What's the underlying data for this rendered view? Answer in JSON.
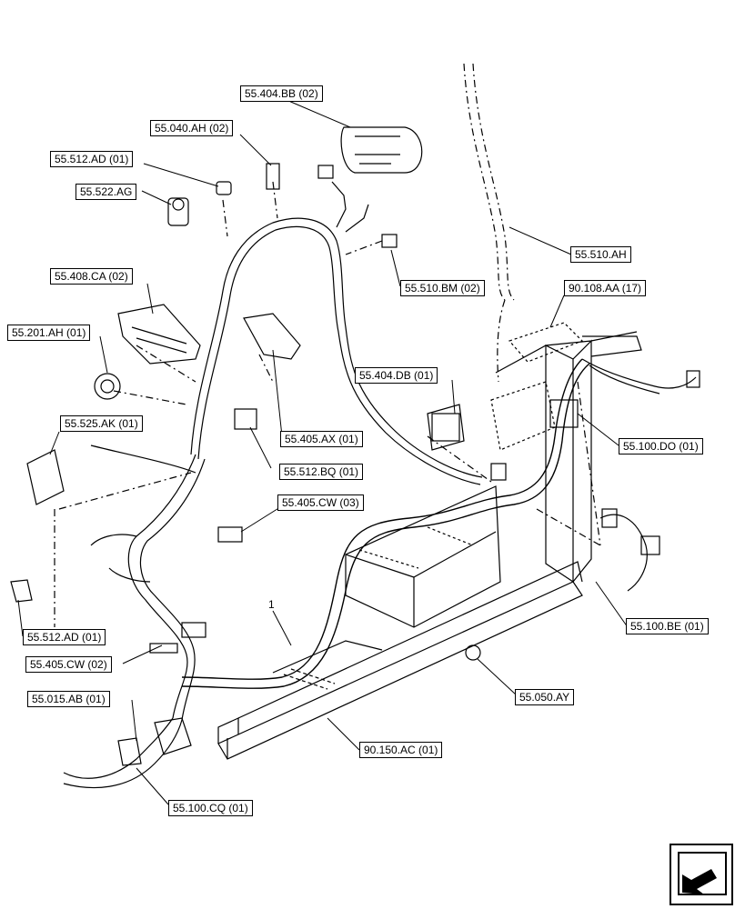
{
  "callouts": {
    "c_55_404_BB_02": "55.404.BB (02)",
    "c_55_040_AH_02": "55.040.AH (02)",
    "c_55_512_AD_01_top": "55.512.AD (01)",
    "c_55_522_AG": "55.522.AG",
    "c_55_408_CA_02": "55.408.CA (02)",
    "c_55_201_AH_01": "55.201.AH (01)",
    "c_55_525_AK_01": "55.525.AK (01)",
    "c_55_510_AH": "55.510.AH",
    "c_55_510_BM_02": "55.510.BM (02)",
    "c_90_108_AA_17": "90.108.AA (17)",
    "c_55_404_DB_01": "55.404.DB (01)",
    "c_55_405_AX_01": "55.405.AX (01)",
    "c_55_100_DO_01": "55.100.DO (01)",
    "c_55_512_BQ_01": "55.512.BQ (01)",
    "c_55_405_CW_03": "55.405.CW (03)",
    "c_55_512_AD_01_bottom": "55.512.AD (01)",
    "c_55_405_CW_02": "55.405.CW (02)",
    "c_55_100_BE_01": "55.100.BE (01)",
    "c_55_015_AB_01": "55.015.AB (01)",
    "c_55_050_AY": "55.050.AY",
    "c_90_150_AC_01": "90.150.AC (01)",
    "c_55_100_CQ_01": "55.100.CQ (01)"
  },
  "item_number": "1",
  "icons": {
    "nav": "arrow-navigation-icon"
  }
}
